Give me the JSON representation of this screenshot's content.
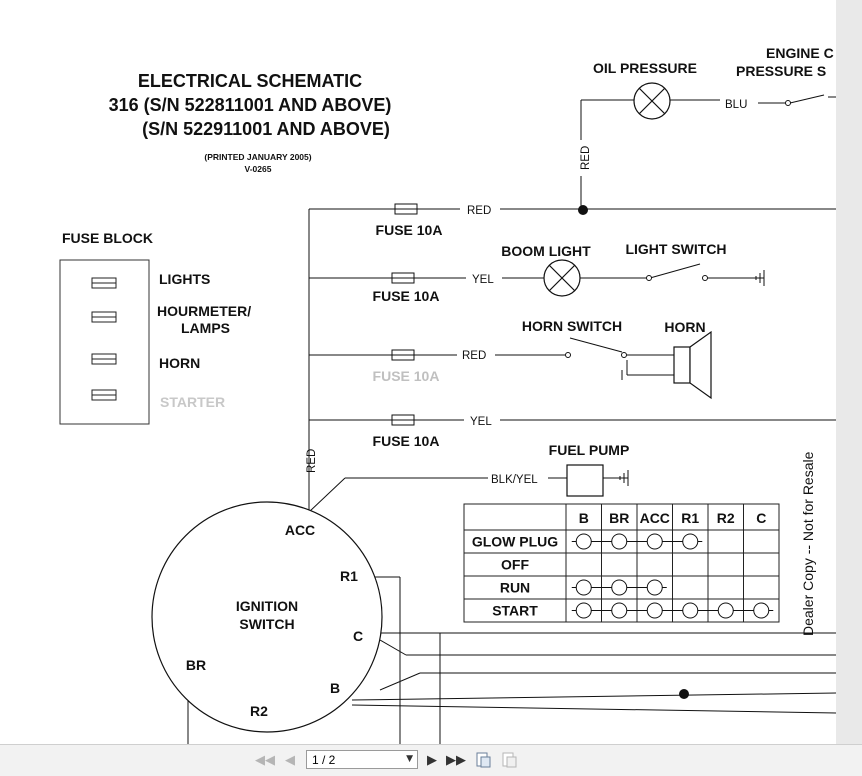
{
  "title": {
    "line1": "ELECTRICAL SCHEMATIC",
    "line2": "316 (S/N 522811001 AND ABOVE)",
    "line3": "(S/N 522911001 AND ABOVE)",
    "printed": "(PRINTED JANUARY 2005)",
    "code": "V-0265"
  },
  "fuse_block": {
    "title": "FUSE BLOCK",
    "items": [
      "LIGHTS",
      "HOURMETER/",
      "LAMPS",
      "HORN",
      "STARTER"
    ]
  },
  "fuses": [
    "FUSE 10A",
    "FUSE 10A",
    "FUSE 10A",
    "FUSE 10A"
  ],
  "wires": {
    "red1": "RED",
    "yel1": "YEL",
    "red2": "RED",
    "yel2": "YEL",
    "red_vertical_top": "RED",
    "red_vertical_left": "RED",
    "blu": "BLU",
    "blk_yel": "BLK/YEL"
  },
  "components": {
    "oil_pressure": "OIL PRESSURE",
    "engine_pressure_1": "ENGINE C",
    "engine_pressure_2": "PRESSURE S",
    "boom_light": "BOOM LIGHT",
    "light_switch": "LIGHT SWITCH",
    "horn_switch": "HORN SWITCH",
    "horn": "HORN",
    "fuel_pump": "FUEL PUMP",
    "ignition_1": "IGNITION",
    "ignition_2": "SWITCH"
  },
  "ignition_terminals": [
    "ACC",
    "R1",
    "C",
    "BR",
    "B",
    "R2"
  ],
  "switch_table": {
    "columns": [
      "B",
      "BR",
      "ACC",
      "R1",
      "R2",
      "C"
    ],
    "rows": [
      {
        "label": "GLOW PLUG",
        "active": [
          true,
          true,
          true,
          true,
          false,
          false
        ]
      },
      {
        "label": "OFF",
        "active": [
          false,
          false,
          false,
          false,
          false,
          false
        ]
      },
      {
        "label": "RUN",
        "active": [
          true,
          true,
          true,
          false,
          false,
          false
        ]
      },
      {
        "label": "START",
        "active": [
          true,
          true,
          true,
          true,
          true,
          true
        ]
      }
    ]
  },
  "watermark": "Dealer Copy -- Not for Resale",
  "toolbar": {
    "page_indicator": "1 / 2"
  }
}
